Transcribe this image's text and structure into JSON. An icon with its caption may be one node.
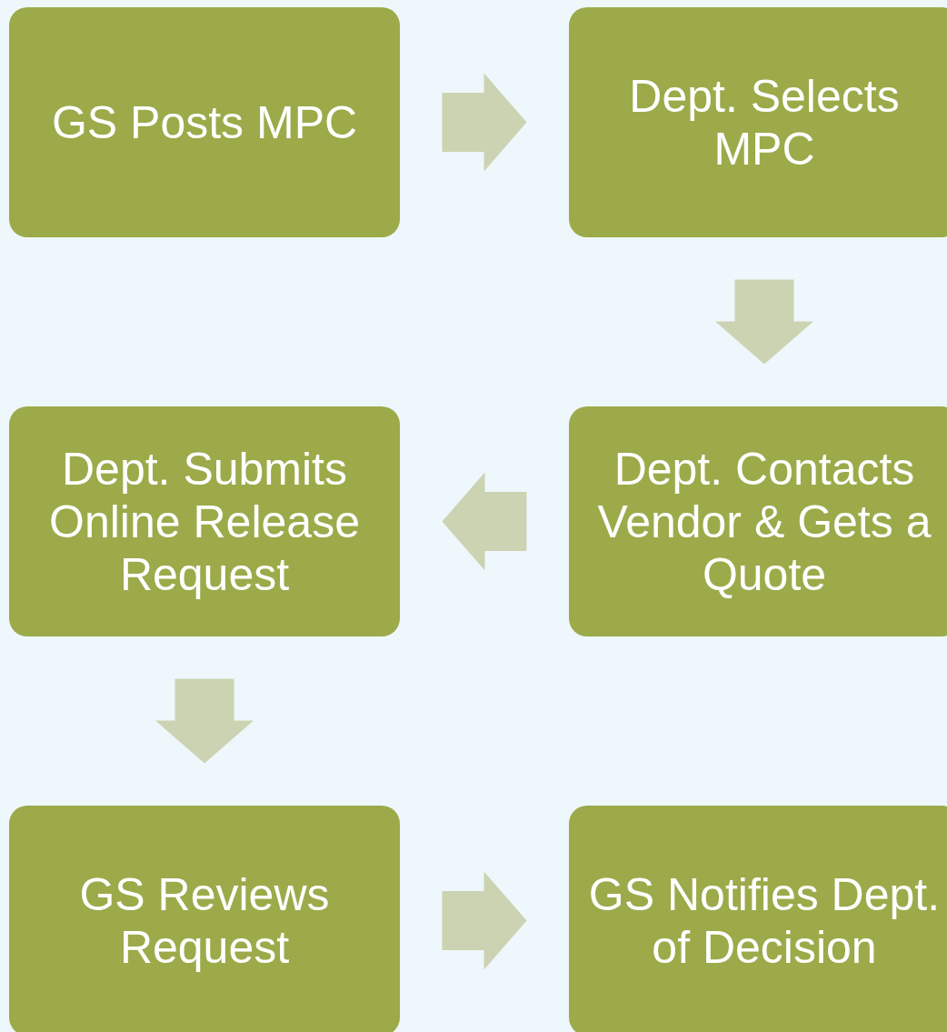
{
  "diagram": {
    "nodes": [
      {
        "text": [
          "GS Posts MPC"
        ]
      },
      {
        "text": [
          "Dept. Selects MPC"
        ]
      },
      {
        "text": [
          "Dept. Submits Online Release Request"
        ]
      },
      {
        "text": [
          "Dept. Contacts Vendor & Gets a Quote"
        ]
      },
      {
        "text": [
          "GS Reviews Request"
        ]
      },
      {
        "text": [
          "GS Notifies Dept. of Decision"
        ]
      }
    ],
    "edges": [
      {
        "from": 0,
        "to": 1,
        "arrow": "to"
      },
      {
        "from": 1,
        "to": 3,
        "arrow": "to"
      },
      {
        "from": 3,
        "to": 2,
        "arrow": "to"
      },
      {
        "from": 2,
        "to": 4,
        "arrow": "to"
      },
      {
        "from": 4,
        "to": 5,
        "arrow": "to"
      }
    ]
  }
}
